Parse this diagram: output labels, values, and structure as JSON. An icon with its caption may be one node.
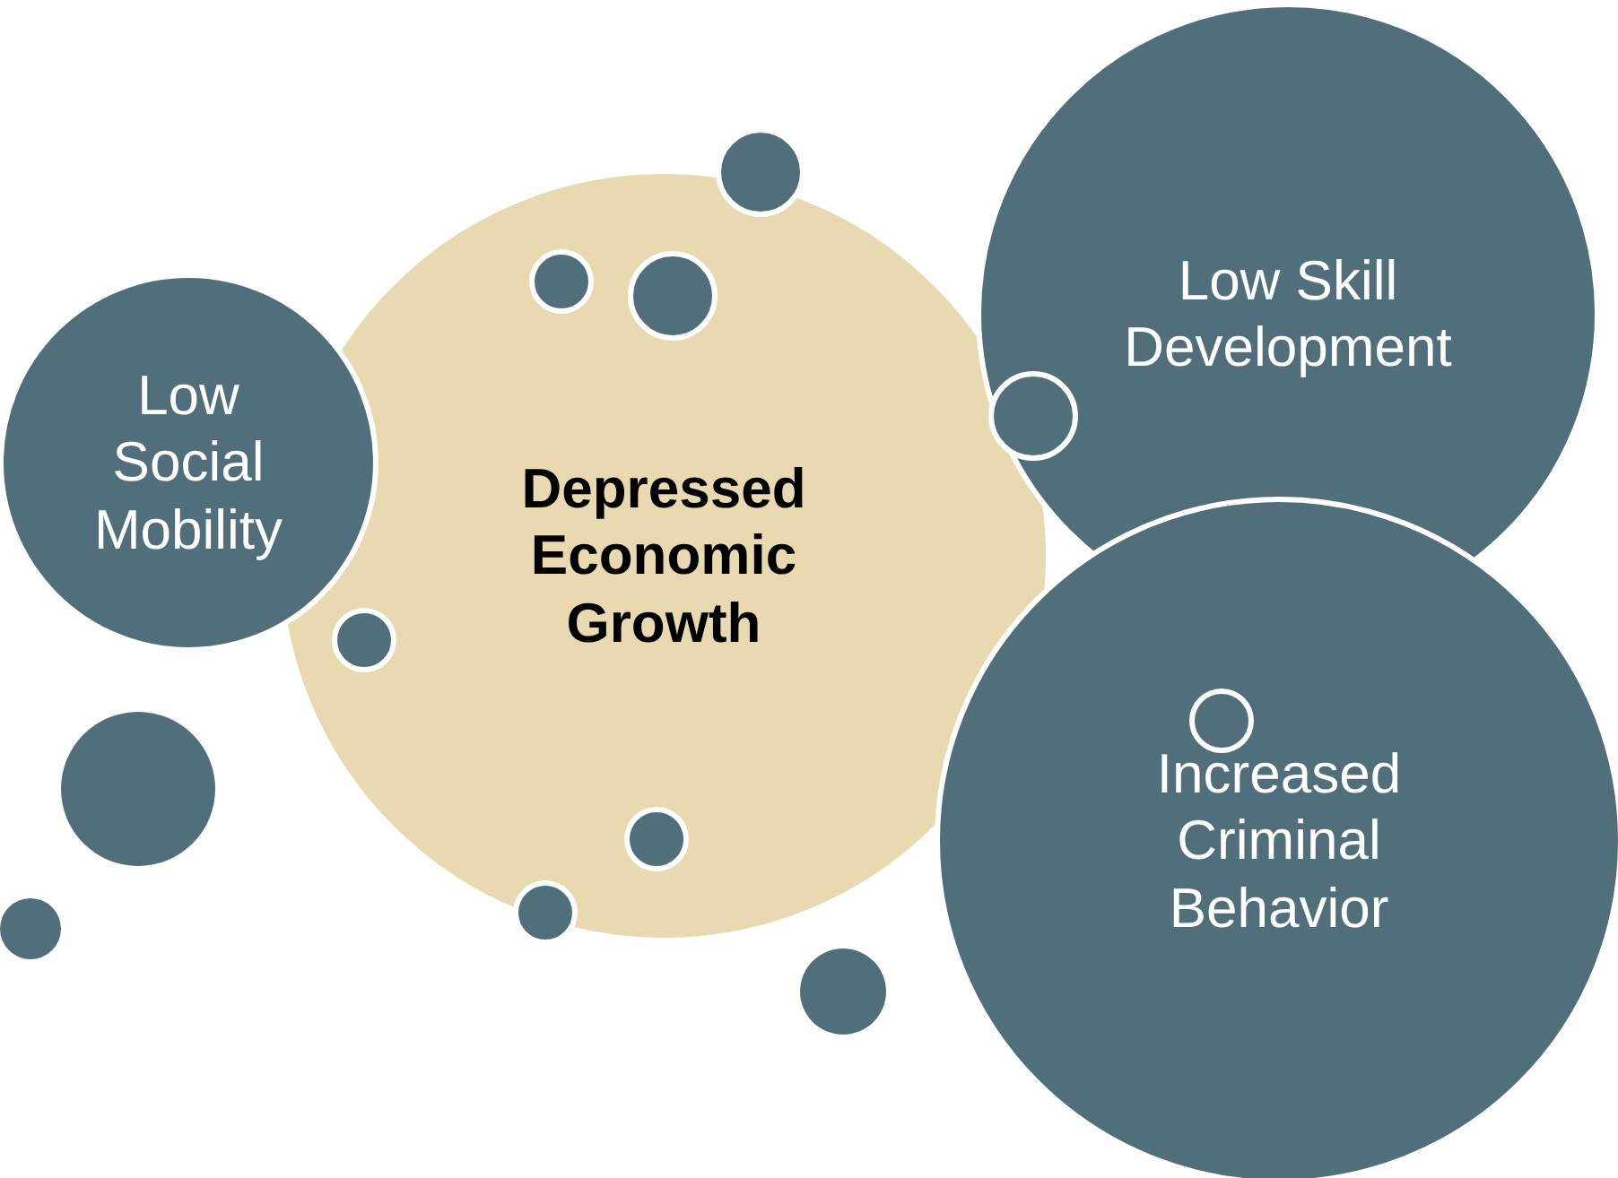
{
  "diagram": {
    "nodes": [
      {
        "text": [
          "Low Social Mobility"
        ]
      },
      {
        "text": [
          "Depressed Economic Growth"
        ]
      },
      {
        "text": [],
        "shape": "circle",
        "in": 1
      },
      {
        "text": [],
        "shape": "circle",
        "in": 1
      },
      {
        "text": [],
        "shape": "circle",
        "in": 1
      },
      {
        "text": [],
        "shape": "circle",
        "in": 1
      },
      {
        "text": [
          "Low Skill Development"
        ]
      },
      {
        "text": [
          "Increased Criminal Behavior"
        ]
      },
      {
        "text": [],
        "shape": "circle",
        "in": 7
      },
      {
        "text": [],
        "shape": "circle"
      },
      {
        "text": [],
        "shape": "circle",
        "in": 6
      },
      {
        "text": [],
        "shape": "circle"
      },
      {
        "text": [],
        "shape": "circle"
      },
      {
        "text": [],
        "shape": "circle",
        "in": 1
      },
      {
        "text": [],
        "shape": "circle"
      }
    ],
    "edges": []
  }
}
